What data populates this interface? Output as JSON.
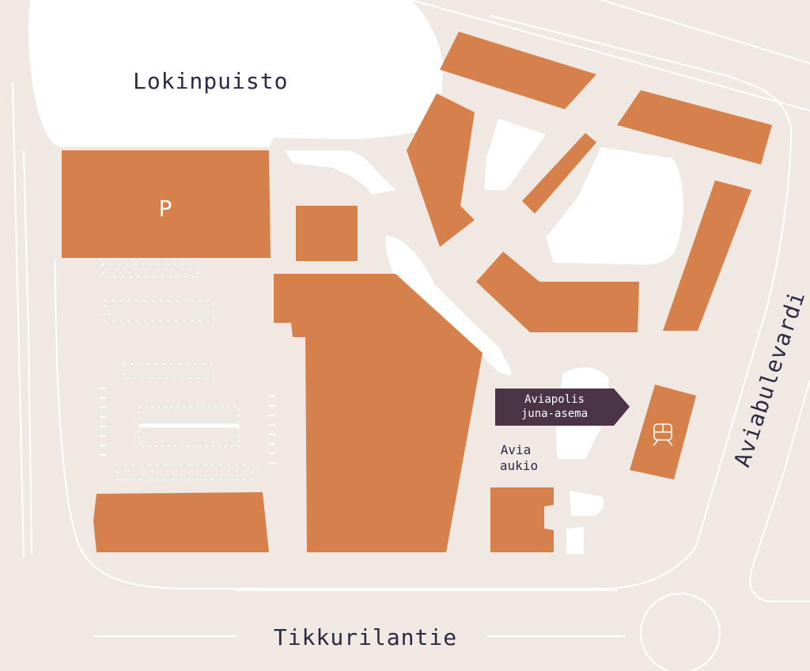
{
  "labels": {
    "park": "Lokinpuisto",
    "parking": "P",
    "station_line1": "Aviapolis",
    "station_line2": "juna-asema",
    "square_line1": "Avia",
    "square_line2": "aukio",
    "street_east": "Aviabulevardi",
    "street_south": "Tikkurilantie"
  },
  "icons": {
    "station": "train-icon",
    "station_arrow": "arrow-right-sign"
  },
  "colors": {
    "background": "#f0e8e2",
    "building": "#d6804c",
    "park": "#ffffff",
    "sign": "#4a3446",
    "text": "#2b2a45"
  }
}
